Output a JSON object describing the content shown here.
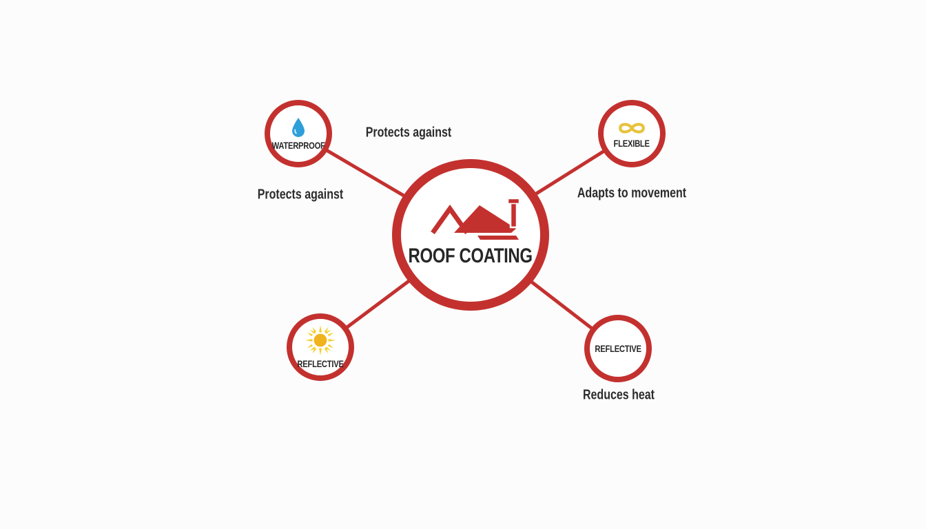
{
  "colors": {
    "accent_red": "#C3312F",
    "text_dark": "#272727",
    "droplet_blue": "#2E9FD9",
    "infinity_gold": "#E7C33C",
    "sun_core": "#F0B31E",
    "sun_rays": "#F6CD1E",
    "background": "#FCFCFC"
  },
  "center_node": {
    "label": "ROOF COATING",
    "icon": "roof-icon"
  },
  "nodes": [
    {
      "label": "WATERPROOF",
      "icon": "water-drop-icon",
      "position": "top-left"
    },
    {
      "label": "FLEXIBLE",
      "icon": "infinity-icon",
      "position": "top-right"
    },
    {
      "label": "REFLECTIVE",
      "icon": "sun-icon",
      "position": "bottom-left"
    },
    {
      "label": "REFLECTIVE",
      "icon": "none",
      "position": "bottom-right"
    }
  ],
  "annotations": [
    {
      "text": "Protects against",
      "position": "top-center"
    },
    {
      "text": "Protects against",
      "position": "left"
    },
    {
      "text": "Adapts to movement",
      "position": "right"
    },
    {
      "text": "Reduces heat",
      "position": "bottom-right"
    }
  ]
}
